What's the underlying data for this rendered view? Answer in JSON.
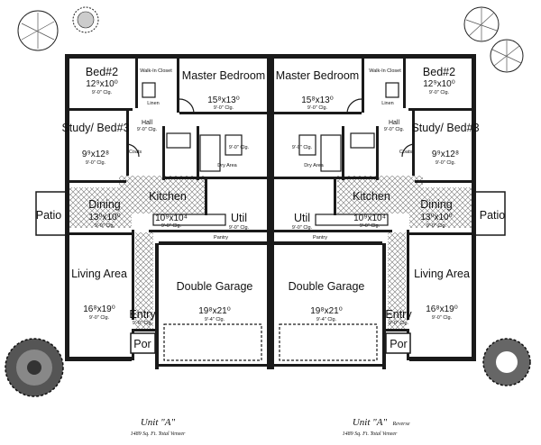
{
  "left_unit": {
    "bed2": {
      "name": "Bed#2",
      "dim": "12⁹x10⁰",
      "clg": "9'-0\" Clg."
    },
    "walk_in_closet": "Walk-In Closet",
    "linen": "Linen",
    "master": {
      "name": "Master Bedroom",
      "dim": "15⁸x13⁰",
      "clg": "9'-0\" Clg."
    },
    "hall": {
      "name": "Hall",
      "clg": "9'-0\" Clg."
    },
    "study": {
      "name": "Study/ Bed#3",
      "dim": "9⁹x12⁸",
      "clg": "9'-0\" Clg."
    },
    "coats": "Coats",
    "bath_clg": "9'-0\" Clg.",
    "dry_area": "Dry Area",
    "kitchen": {
      "name": "Kitchen",
      "dim": "10⁹x10⁴",
      "clg": "9'-0\" Clg."
    },
    "dining": {
      "name": "Dining",
      "dim": "13⁰x10⁰",
      "clg": "9'-0\" Clg."
    },
    "patio": "Patio",
    "util": {
      "name": "Util",
      "clg": "9'-0\" Clg."
    },
    "pantry": "Pantry",
    "living": {
      "name": "Living Area",
      "dim": "16⁸x19⁰",
      "clg": "9'-0\" Clg."
    },
    "entry": {
      "name": "Entry",
      "clg": "9'-0\" Clg."
    },
    "por": "Por",
    "garage": {
      "name": "Double Garage",
      "dim": "19⁸x21⁰",
      "clg": "9'-4\" Clg."
    },
    "title": "Unit \"A\"",
    "subtitle": "1489 Sq. Ft. Total Veneer"
  },
  "right_unit": {
    "bed2": {
      "name": "Bed#2",
      "dim": "12⁹x10⁰",
      "clg": "9'-0\" Clg."
    },
    "walk_in_closet": "Walk-In Closet",
    "linen": "Linen",
    "master": {
      "name": "Master Bedroom",
      "dim": "15⁸x13⁰",
      "clg": "9'-0\" Clg."
    },
    "hall": {
      "name": "Hall",
      "clg": "9'-0\" Clg."
    },
    "study": {
      "name": "Study/ Bed#3",
      "dim": "9⁹x12⁸",
      "clg": "9'-0\" Clg."
    },
    "coats": "Coats",
    "bath_clg": "9'-0\" Clg.",
    "dry_area": "Dry Area",
    "kitchen": {
      "name": "Kitchen",
      "dim": "10⁹x10⁴",
      "clg": "9'-0\" Clg."
    },
    "dining": {
      "name": "Dining",
      "dim": "13⁰x10⁰",
      "clg": "9'-0\" Clg."
    },
    "patio": "Patio",
    "util": {
      "name": "Util",
      "clg": "9'-0\" Clg."
    },
    "pantry": "Pantry",
    "living": {
      "name": "Living Area",
      "dim": "16⁸x19⁰",
      "clg": "9'-0\" Clg."
    },
    "entry": {
      "name": "Entry",
      "clg": "9'-0\" Clg."
    },
    "por": "Por",
    "garage": {
      "name": "Double Garage",
      "dim": "19⁸x21⁰",
      "clg": "9'-4\" Clg."
    },
    "title": "Unit \"A\"",
    "title_suffix": "Reverse",
    "subtitle": "1489 Sq. Ft. Total Veneer"
  },
  "colors": {
    "wall": "#1a1a1a",
    "background": "#ffffff"
  }
}
